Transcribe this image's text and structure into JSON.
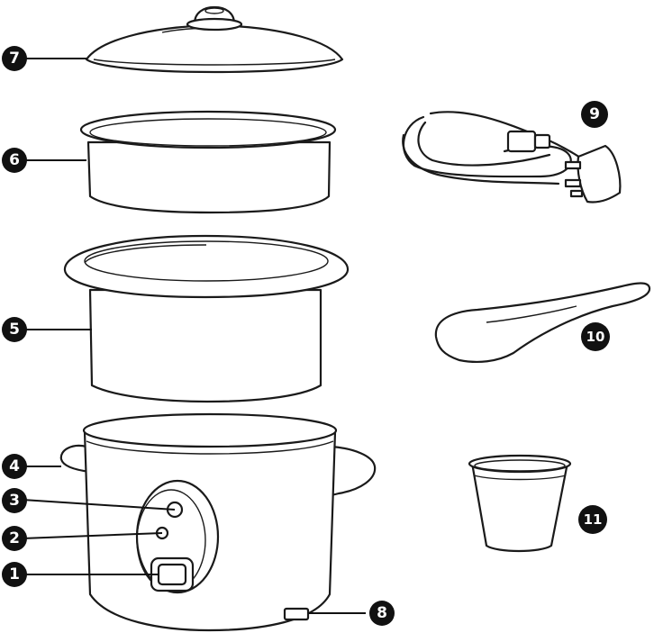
{
  "parts": [
    {
      "id": "1",
      "label": "1"
    },
    {
      "id": "2",
      "label": "2"
    },
    {
      "id": "3",
      "label": "3"
    },
    {
      "id": "4",
      "label": "4"
    },
    {
      "id": "5",
      "label": "5"
    },
    {
      "id": "6",
      "label": "6"
    },
    {
      "id": "7",
      "label": "7"
    },
    {
      "id": "8",
      "label": "8"
    },
    {
      "id": "9",
      "label": "9"
    },
    {
      "id": "10",
      "label": "10"
    },
    {
      "id": "11",
      "label": "11"
    }
  ]
}
